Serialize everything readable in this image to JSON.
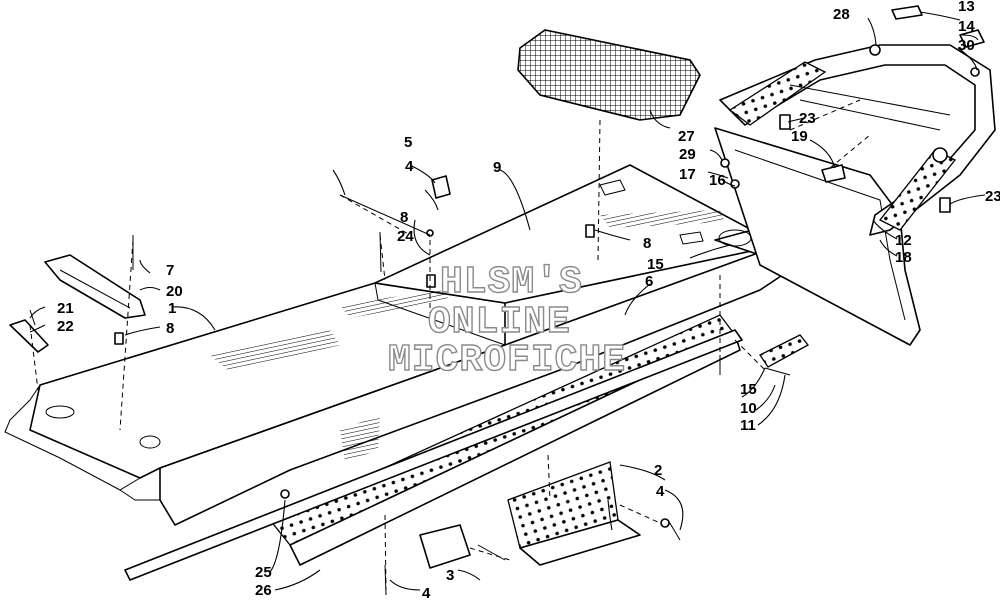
{
  "watermark": [
    "HLSM'S",
    "ONLINE",
    "MICROFICHE"
  ],
  "labels": {
    "n1": "1",
    "n2": "2",
    "n3": "3",
    "n4a": "4",
    "n4b": "4",
    "n4c": "4",
    "n5": "5",
    "n6": "6",
    "n7": "7",
    "n8a": "8",
    "n8b": "8",
    "n8c": "8",
    "n9": "9",
    "n10": "10",
    "n11": "11",
    "n12": "12",
    "n13": "13",
    "n14": "14",
    "n15a": "15",
    "n15b": "15",
    "n16": "16",
    "n17": "17",
    "n18": "18",
    "n19": "19",
    "n20": "20",
    "n21": "21",
    "n22": "22",
    "n23a": "23",
    "n23b": "23",
    "n24": "24",
    "n25": "25",
    "n26": "26",
    "n27": "27",
    "n28": "28",
    "n29": "29",
    "n30": "30"
  }
}
